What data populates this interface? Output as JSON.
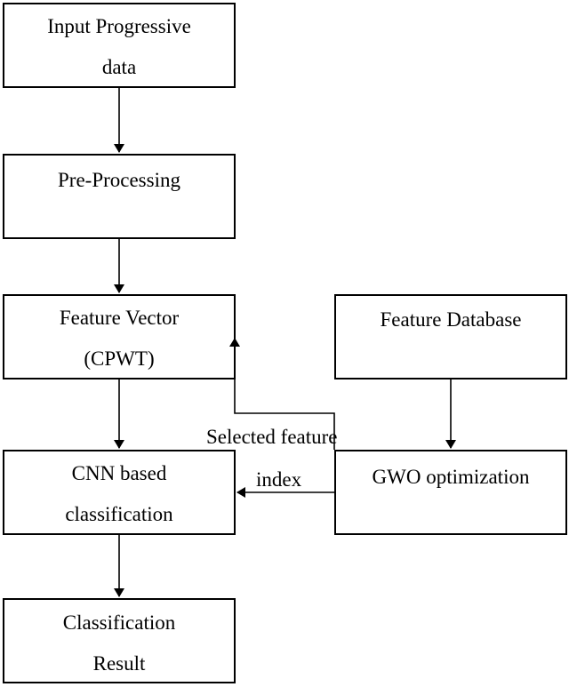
{
  "nodes": {
    "input": {
      "line1": "Input Progressive",
      "line2": "data"
    },
    "preprocessing": {
      "line1": "Pre-Processing"
    },
    "feature_vector": {
      "line1": "Feature Vector",
      "line2": "(CPWT)"
    },
    "cnn": {
      "line1": "CNN based",
      "line2": "classification"
    },
    "result": {
      "line1": "Classification",
      "line2": "Result"
    },
    "feature_db": {
      "line1": "Feature Database"
    },
    "gwo": {
      "line1": "GWO optimization"
    }
  },
  "edge_labels": {
    "selected_line1": "Selected feature",
    "selected_line2": "index"
  }
}
